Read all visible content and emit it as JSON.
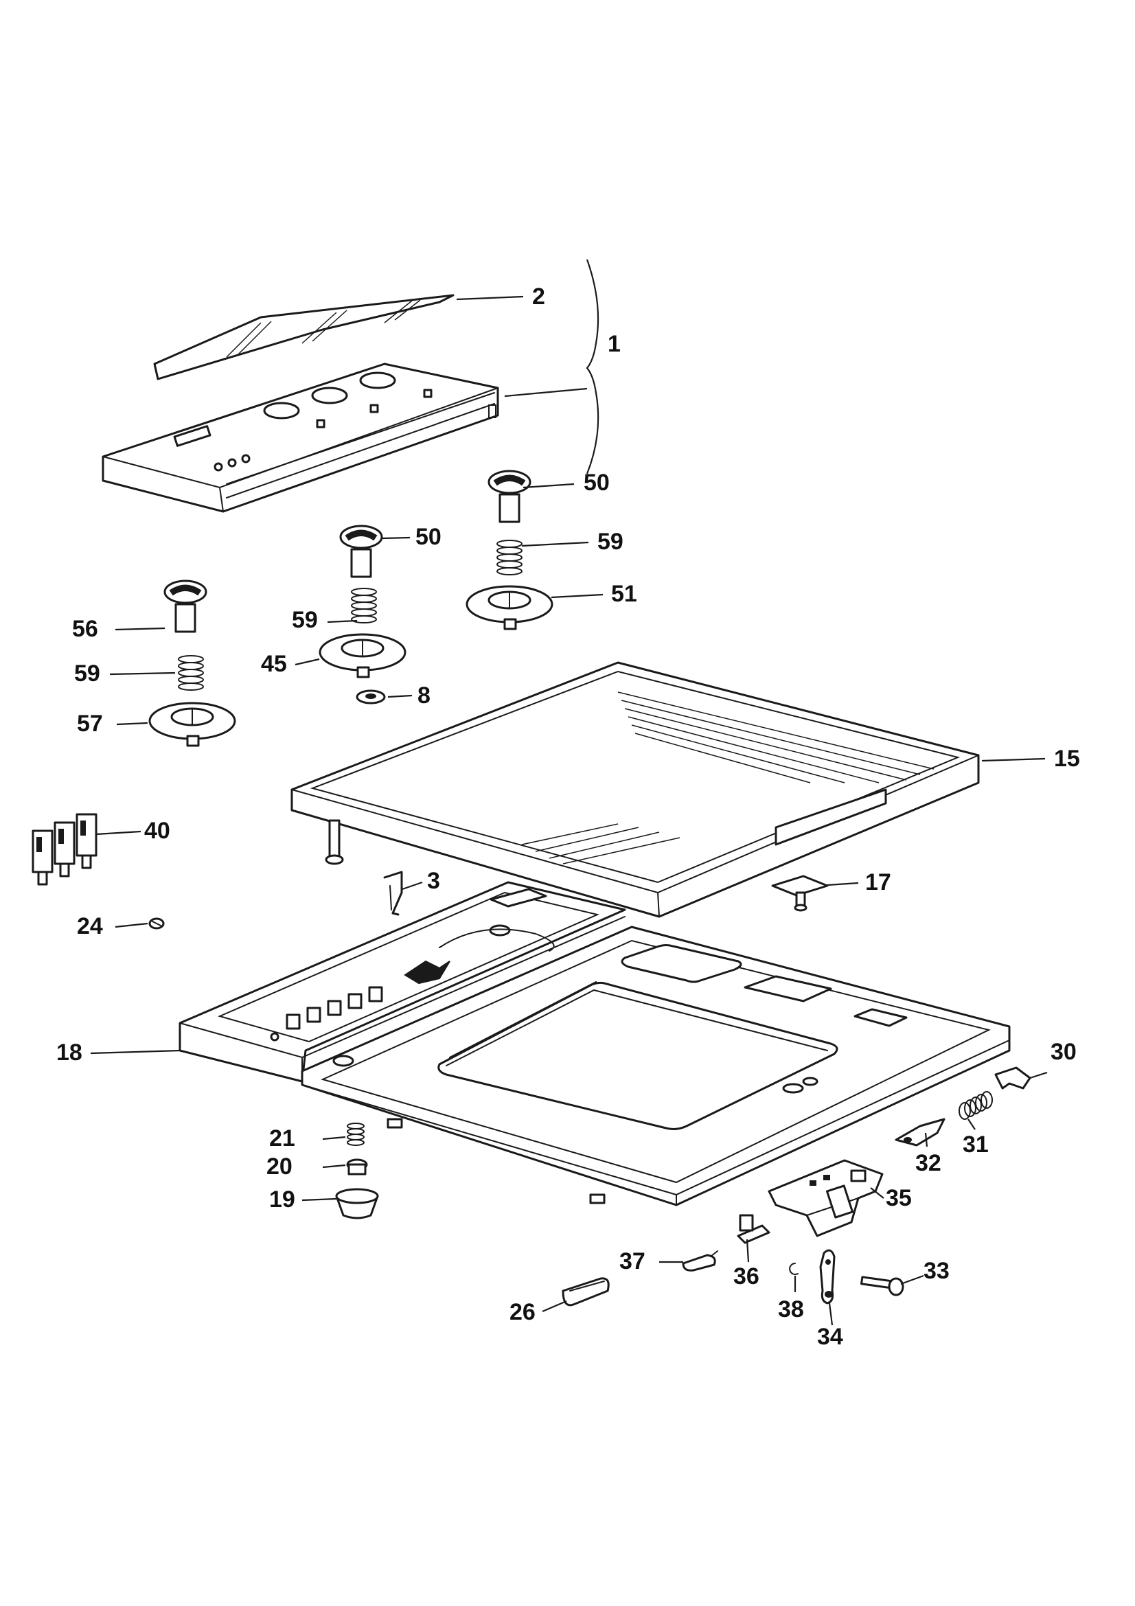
{
  "callouts": {
    "c1": "1",
    "c2": "2",
    "c3": "3",
    "c8": "8",
    "c15": "15",
    "c17": "17",
    "c18": "18",
    "c19": "19",
    "c20": "20",
    "c21": "21",
    "c24": "24",
    "c26": "26",
    "c30": "30",
    "c31": "31",
    "c32": "32",
    "c33": "33",
    "c34": "34",
    "c35": "35",
    "c36": "36",
    "c37": "37",
    "c38": "38",
    "c40": "40",
    "c45": "45",
    "c50a": "50",
    "c50b": "50",
    "c51": "51",
    "c56": "56",
    "c57": "57",
    "c59a": "59",
    "c59b": "59",
    "c59c": "59"
  },
  "colors": {
    "line": "#1a1a1a",
    "background": "#ffffff"
  }
}
